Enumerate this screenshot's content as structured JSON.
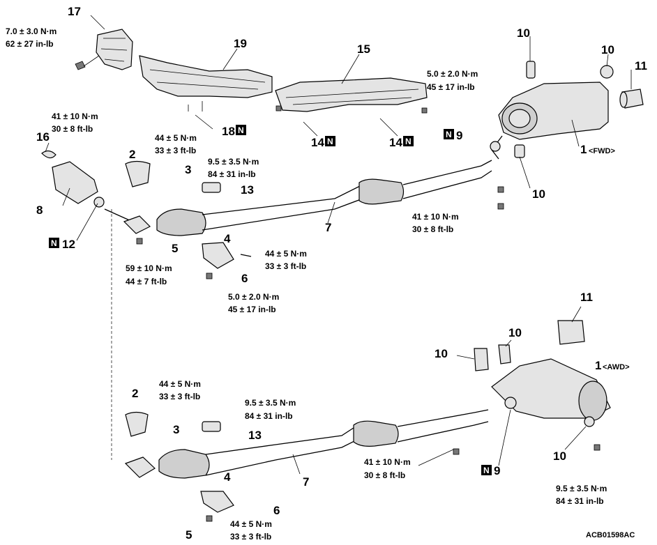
{
  "diagram_code": "ACB01598AC",
  "new_part_mark": "N",
  "callouts": {
    "p17": "17",
    "p19": "19",
    "p15": "15",
    "p18": "18",
    "p14a": "14",
    "p14b": "14",
    "p10a": "10",
    "p10b": "10",
    "p11a": "11",
    "p1fwd": "1",
    "p16": "16",
    "p8": "8",
    "p12": "12",
    "p2a": "2",
    "p3a": "3",
    "p13a": "13",
    "p9a": "9",
    "p10c": "10",
    "p7a": "7",
    "p4a": "4",
    "p5a": "5",
    "p6a": "6",
    "p11b": "11",
    "p10d": "10",
    "p10e": "10",
    "p1awd": "1",
    "p2b": "2",
    "p3b": "3",
    "p13b": "13",
    "p10f": "10",
    "p9b": "9",
    "p7b": "7",
    "p4b": "4",
    "p5b": "5",
    "p6b": "6"
  },
  "variant_labels": {
    "fwd": "<FWD>",
    "awd": "<AWD>"
  },
  "torques": {
    "t17": [
      "7.0 ± 3.0 N·m",
      "62 ± 27 in-lb"
    ],
    "t15": [
      "5.0 ± 2.0 N·m",
      "45 ± 17 in-lb"
    ],
    "t16": [
      "41 ± 10 N·m",
      "30 ± 8 ft-lb"
    ],
    "t2a": [
      "44 ± 5 N·m",
      "33 ± 3 ft-lb"
    ],
    "t13a": [
      "9.5 ± 3.5 N·m",
      "84 ± 31 in-lb"
    ],
    "t9a": [
      "41 ± 10 N·m",
      "30 ± 8 ft-lb"
    ],
    "t6a": [
      "44 ± 5 N·m",
      "33 ± 3 ft-lb"
    ],
    "t12": [
      "59 ± 10 N·m",
      "44 ± 7 ft-lb"
    ],
    "t5a": [
      "5.0 ± 2.0 N·m",
      "45 ± 17 in-lb"
    ],
    "t2b": [
      "44 ± 5 N·m",
      "33 ± 3 ft-lb"
    ],
    "t13b": [
      "9.5 ± 3.5 N·m",
      "84 ± 31 in-lb"
    ],
    "t7b": [
      "41 ± 10 N·m",
      "30 ± 8 ft-lb"
    ],
    "t10f": [
      "9.5 ± 3.5 N·m",
      "84 ± 31 in-lb"
    ],
    "t6b": [
      "44 ± 5 N·m",
      "33 ± 3 ft-lb"
    ]
  }
}
